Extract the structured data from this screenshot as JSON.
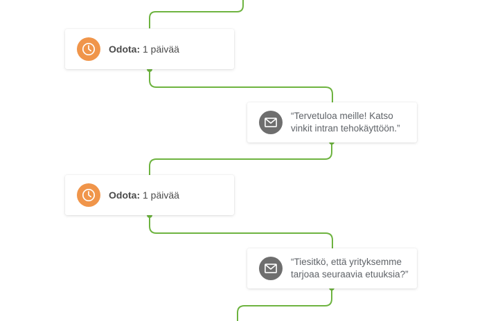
{
  "colors": {
    "connector": "#6db33f",
    "wait_icon_bg": "#f0954a",
    "message_icon_bg": "#6e6e6e"
  },
  "steps": [
    {
      "type": "wait",
      "icon": "clock-icon",
      "label": "Odota:",
      "value": "1 päivää"
    },
    {
      "type": "message",
      "icon": "envelope-icon",
      "text": "“Tervetuloa meille! Katso vinkit intran tehokäyttöön.”"
    },
    {
      "type": "wait",
      "icon": "clock-icon",
      "label": "Odota:",
      "value": "1 päivää"
    },
    {
      "type": "message",
      "icon": "envelope-icon",
      "text": "“Tiesitkö, että yrityksemme tarjoaa seuraavia etuuksia?”"
    }
  ]
}
